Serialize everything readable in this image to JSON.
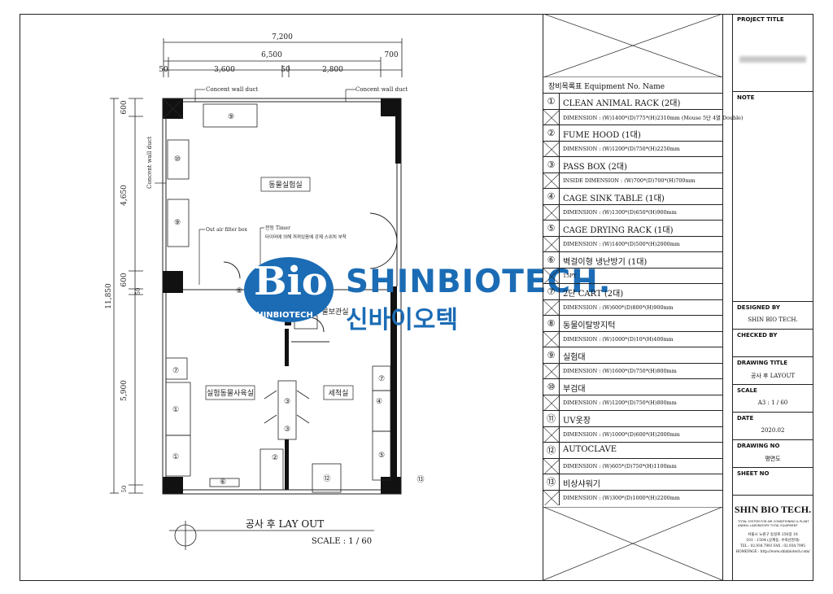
{
  "dimensions": {
    "top_total": "7,200",
    "top_mid": "6,500",
    "top_left_end": "50",
    "top_first": "3,600",
    "top_second_gap": "50",
    "top_third": "2,800",
    "top_right": "700",
    "left_total": "11,850",
    "left_top": "600",
    "left_upper": "4,650",
    "left_mid_a": "600",
    "left_mid_b": "50",
    "left_lower": "5,900",
    "left_bottom": "50"
  },
  "plan_labels": {
    "duct_top_left": "Concent wall duct",
    "duct_top_right": "Concent wall duct",
    "duct_left": "Concent wall duct",
    "filter_box": "Out air filter box",
    "timer_title": "전등 Timer",
    "timer_note": "타이머에 의해 꺼져있음에 강제 스위치 부착",
    "room_animal": "동물실험실",
    "room_breeding": "실험동물사육실",
    "room_wash": "세척실",
    "room_storage": "물보관실",
    "markers": [
      "⑨",
      "⑩",
      "⑨",
      "⑧",
      "⑦",
      "①",
      "①",
      "②",
      "⑥",
      "③",
      "③",
      "⑫",
      "⑦",
      "④",
      "⑤",
      "⑬"
    ]
  },
  "plan_title": "공사 후 LAY OUT",
  "plan_scale": "SCALE : 1 / 60",
  "watermark": {
    "logo_text": "Bio",
    "logo_sub": "SHINBIOTECH",
    "brand": "SHINBIOTECH.",
    "brand_kr": "신바이오텍"
  },
  "equipment": {
    "header": "장비목록표 Equipment No. Name",
    "items": [
      {
        "no": "①",
        "name": "CLEAN ANIMAL RACK (2대)",
        "dim": "DIMENSION : (W)1400*(D)775*(H)2310mm (Mouse 5단 4열 Double)"
      },
      {
        "no": "②",
        "name": "FUME HOOD (1대)",
        "dim": "DIMENSION : (W)1200*(D)750*(H)2250mm"
      },
      {
        "no": "③",
        "name": "PASS BOX (2대)",
        "dim": "INSIDE DIMENSION : (W)700*(D)700*(H)700mm"
      },
      {
        "no": "④",
        "name": "CAGE SINK TABLE (1대)",
        "dim": "DIMENSION : (W)1300*(D)650*(H)900mm"
      },
      {
        "no": "⑤",
        "name": "CAGE DRYING RACK (1대)",
        "dim": "DIMENSION : (W)1400*(D)500*(H)2000mm"
      },
      {
        "no": "⑥",
        "name": "벽걸이형 냉난방기 (1대)",
        "dim": "15PY"
      },
      {
        "no": "⑦",
        "name": "2단 CART (2대)",
        "dim": "DIMENSION : (W)600*(D)800*(H)900mm"
      },
      {
        "no": "⑧",
        "name": "동물이탈방지턱",
        "dim": "DIMENSION : (W)1000*(D)10*(H)400mm"
      },
      {
        "no": "⑨",
        "name": "실험대",
        "dim": "DIMENSION : (W)1600*(D)750*(H)800mm"
      },
      {
        "no": "⑩",
        "name": "부검대",
        "dim": "DIMENSION : (W)1200*(D)750*(H)800mm"
      },
      {
        "no": "⑪",
        "name": "UV옷장",
        "dim": "DIMENSION : (W)1000*(D)600*(H)2000mm"
      },
      {
        "no": "⑫",
        "name": "AUTOCLAVE",
        "dim": "DIMENSION : (W)605*(D)750*(H)1100mm"
      },
      {
        "no": "⑬",
        "name": "비상샤워기",
        "dim": "DIMENSION : (W)300*(D)1000*(H)2200mm"
      }
    ]
  },
  "title_block": {
    "project_title_label": "PROJECT TITLE",
    "note_label": "NOTE",
    "designed_by_label": "DESIGNED BY",
    "designed_by": "SHIN BIO TECH.",
    "checked_by_label": "CHECKED BY",
    "drawing_title_label": "DRAWING TITLE",
    "drawing_title": "공사 후 LAYOUT",
    "scale_label": "SCALE",
    "scale": "A3 : 1 / 60",
    "date_label": "DATE",
    "date": "2020.02",
    "drawing_no_label": "DRAWING NO",
    "drawing_no": "평면도",
    "sheet_no_label": "SHEET NO",
    "company_logo": "SHIN BIO TECH.",
    "company_tagline": "TOTAL SYSTEM FOR AIR CONDITIONING & PLANT ANIMAL LABORATORY TOTAL EQUIPMENT",
    "address": "서울시 노원구 동일로 250길 18",
    "address2": "101 - 1504 (상계동, 수락산현대)",
    "tel": "TEL : 02.938.7993 FAX : 02.938.7995",
    "homepage": "HOMEPAGE : http://www.shinbiotech.com/"
  }
}
